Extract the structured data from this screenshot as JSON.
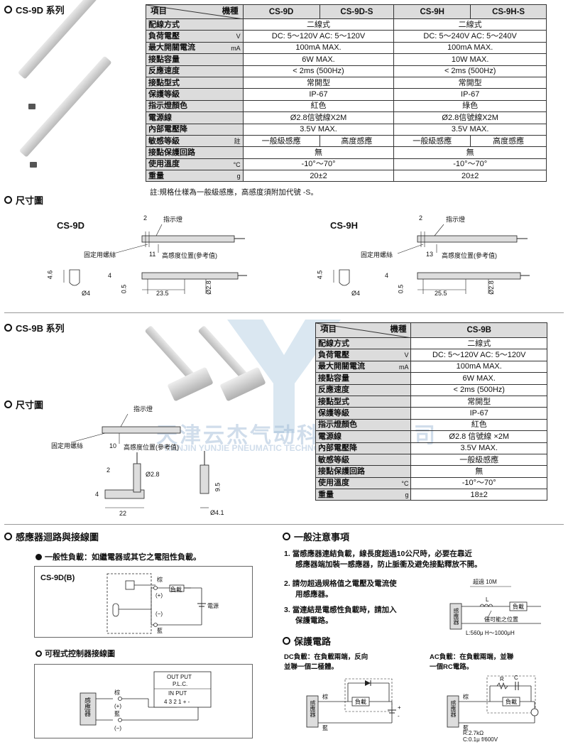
{
  "sections": {
    "cs9d_title": "CS-9D 系列",
    "dim_title": "尺寸圖",
    "cs9b_title": "CS-9B 系列",
    "dim_title2": "尺寸圖",
    "circuit_title": "感應器迴路與接線圖",
    "notes_title": "一般注意事項",
    "protect_title": "保護電路"
  },
  "table1": {
    "corner_left": "項目",
    "corner_right": "機種",
    "models": [
      "CS-9D",
      "CS-9D-S",
      "CS-9H",
      "CS-9H-S"
    ],
    "rows": [
      {
        "label": "配線方式",
        "unit": "",
        "a": "二線式",
        "b": "二線式"
      },
      {
        "label": "負荷電壓",
        "unit": "V",
        "a": "DC: 5～120V   AC: 5～120V",
        "b": "DC: 5～240V   AC: 5～240V"
      },
      {
        "label": "最大開關電流",
        "unit": "mA",
        "a": "100mA MAX.",
        "b": "100mA MAX."
      },
      {
        "label": "接點容量",
        "unit": "",
        "a": "6W  MAX.",
        "b": "10W  MAX."
      },
      {
        "label": "反應速度",
        "unit": "",
        "a": "< 2ms (500Hz)",
        "b": "< 2ms (500Hz)"
      },
      {
        "label": "接點型式",
        "unit": "",
        "a": "常開型",
        "b": "常開型"
      },
      {
        "label": "保護等級",
        "unit": "",
        "a": "IP-67",
        "b": "IP-67"
      },
      {
        "label": "指示燈顏色",
        "unit": "",
        "a": "紅色",
        "b": "綠色"
      },
      {
        "label": "電源線",
        "unit": "",
        "a": "Ø2.8信號線X2M",
        "b": "Ø2.8信號線X2M"
      },
      {
        "label": "內部電壓降",
        "unit": "",
        "a": "3.5V    MAX.",
        "b": "3.5V    MAX."
      },
      {
        "label": "敏感等級",
        "unit": "註",
        "a1": "一般級感應",
        "a2": "高度感應",
        "b1": "一般級感應",
        "b2": "高度感應"
      },
      {
        "label": "接點保護回路",
        "unit": "",
        "a": "無",
        "b": "無"
      },
      {
        "label": "使用溫度",
        "unit": "°C",
        "a": "-10°～70°",
        "b": "-10°～70°"
      },
      {
        "label": "重量",
        "unit": "g",
        "a": "20±2",
        "b": "20±2"
      }
    ]
  },
  "note1": "註:規格仕樣為一般級感應，高感度須附加代號 -S。",
  "dim_cs9d": {
    "model": "CS-9D",
    "indicator": "指示燈",
    "screw": "固定用螺絲",
    "pos": "高感度位置(參考值)",
    "d_2": "2",
    "d_11": "11",
    "d_46": "4.6",
    "d_phi4": "Ø4",
    "d_4": "4",
    "d_05": "0.5",
    "d_235": "23.5",
    "d_phi28": "Ø2.8"
  },
  "dim_cs9h": {
    "model": "CS-9H",
    "indicator": "指示燈",
    "screw": "固定用螺絲",
    "pos": "高感度位置(參考值)",
    "d_2": "2",
    "d_13": "13",
    "d_45": "4.5",
    "d_phi4": "Ø4",
    "d_4": "4",
    "d_05": "0.5",
    "d_255": "25.5",
    "d_phi28": "Ø2.8"
  },
  "table2": {
    "corner_left": "項目",
    "corner_right": "機種",
    "model": "CS-9B",
    "rows": [
      {
        "label": "配線方式",
        "unit": "",
        "v": "二線式"
      },
      {
        "label": "負荷電壓",
        "unit": "V",
        "v": "DC: 5～120V    AC: 5～120V"
      },
      {
        "label": "最大開關電流",
        "unit": "mA",
        "v": "100mA    MAX."
      },
      {
        "label": "接點容量",
        "unit": "",
        "v": "6W      MAX."
      },
      {
        "label": "反應速度",
        "unit": "",
        "v": "< 2ms (500Hz)"
      },
      {
        "label": "接點型式",
        "unit": "",
        "v": "常開型"
      },
      {
        "label": "保護等級",
        "unit": "",
        "v": "IP-67"
      },
      {
        "label": "指示燈顏色",
        "unit": "",
        "v": "紅色"
      },
      {
        "label": "電源線",
        "unit": "",
        "v": "Ø2.8 信號線 ×2M"
      },
      {
        "label": "內部電壓降",
        "unit": "",
        "v": "3.5V     MAX."
      },
      {
        "label": "敏感等級",
        "unit": "",
        "v": "一般級感應"
      },
      {
        "label": "接點保護回路",
        "unit": "",
        "v": "無"
      },
      {
        "label": "使用溫度",
        "unit": "°C",
        "v": "-10°～70°"
      },
      {
        "label": "重量",
        "unit": "g",
        "v": "18±2"
      }
    ]
  },
  "dim_cs9b": {
    "indicator": "指示燈",
    "screw": "固定用螺絲",
    "pos": "高感度位置(參考值)",
    "d_10": "10",
    "d_2": "2",
    "d_phi28": "Ø2.8",
    "d_4": "4",
    "d_95": "9.5",
    "d_22": "22",
    "d_phi41": "Ø4.1"
  },
  "watermark": {
    "cn": "天津云杰气动科技有限公司",
    "en": "TIANJIN YUNJIE PNEUMATIC TECHNOLOGY CO.,LTD"
  },
  "circuit": {
    "load_note": "一般性負載：如繼電器或其它之電阻性負載。",
    "box1_title": "CS-9D(B)",
    "brown": "棕",
    "blue": "藍",
    "plus": "(+)",
    "minus": "(−)",
    "load": "負載",
    "power": "電源",
    "plc_title": "可程式控制器接線圖",
    "plc_out": "OUT PUT",
    "plc_name": "P.L.C.",
    "plc_in": "IN PUT",
    "plc_terms": "4 3 2 1 +  -",
    "sensor": "感應器"
  },
  "notes": {
    "n1_num": "1.",
    "n1a": "當感應器連結負載，線長度超過10公尺時，必要在靠近",
    "n1b": "感應器端加裝一感應器，防止脈衝及避免接點釋放不開。",
    "n2_num": "2.",
    "n2a": "請勿超過規格值之電壓及電流使",
    "n2b": "用感應器。",
    "n3_num": "3.",
    "n3a": "當連結是電感性負載時，請加入",
    "n3b": "保護電路。",
    "d_over": "超過 10M",
    "d_L": "L",
    "d_load": "負載",
    "d_pos": "儘可能之位置",
    "d_sensor": "感應器",
    "d_spec": "L:560μ H～1000μH"
  },
  "protect": {
    "dc_a": "DC負載：在負載兩端，反向",
    "dc_b": "並聯一個二極體。",
    "ac_a": "AC負載：在負載兩端，並聯",
    "ac_b": "一個RC電路。",
    "load": "負載",
    "sensor": "感應器",
    "brown": "棕",
    "blue": "藍",
    "R": "R",
    "C": "C",
    "rspec": "R:2.7kΩ",
    "cspec": "C:0.1μ f/600V",
    "plus": "+",
    "minus": "-"
  }
}
